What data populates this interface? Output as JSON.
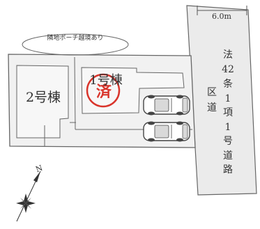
{
  "road_width": "6.0m",
  "road_classification": [
    "法",
    "42",
    "条",
    "1",
    "項",
    "1",
    "号",
    "道",
    "路"
  ],
  "road_type": [
    "区",
    "道"
  ],
  "porch_note": "隣地ポーチ越境あり",
  "building_2_label": "2号棟",
  "building_1_label": "1号棟",
  "sold_stamp": "済",
  "north_label": "N",
  "colors": {
    "road_fill": "#ebebeb",
    "lot_fill": "#f1f1f1",
    "line": "#555555",
    "stamp": "#d9342b"
  }
}
